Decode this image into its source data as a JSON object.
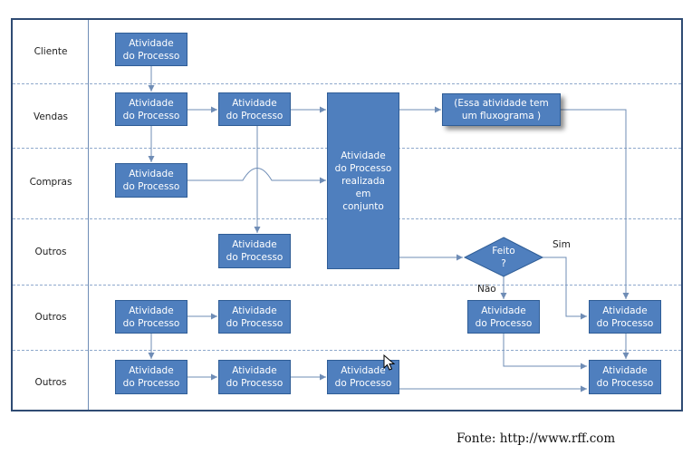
{
  "lanes": [
    "Cliente",
    "Vendas",
    "Compras",
    "Outros",
    "Outros",
    "Outros"
  ],
  "activity_label": "Atividade\ndo Processo",
  "joint_activity_label": "Atividade\ndo Processo\nrealizada\nem\nconjunto",
  "subprocess_label": "(Essa atividade tem\num fluxograma )",
  "decision": {
    "label": "Feito\n?",
    "yes_label": "Sim",
    "no_label": "Não"
  },
  "source": "Fonte: http://www.rff.com",
  "colors": {
    "box_fill": "#4f7fbe",
    "box_border": "#2f5d96",
    "frame": "#2f4b73",
    "arrow": "#6f8db6"
  }
}
